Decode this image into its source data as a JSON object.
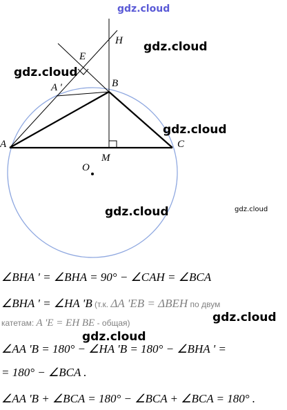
{
  "watermarks": {
    "top": "gdz.cloud",
    "w1": "gdz.cloud",
    "w2": "gdz.cloud",
    "w3": "gdz.cloud",
    "w4": "gdz.cloud",
    "w5": "gdz.cloud",
    "w6": "gdz.cloud",
    "small": "gdz.cloud"
  },
  "figure": {
    "labels": {
      "H": "H",
      "E": "E",
      "A_prime": "A '",
      "B": "B",
      "A": "A",
      "C": "C",
      "M": "M",
      "O": "O"
    },
    "colors": {
      "circle": "#8fa8e0",
      "lines": "#000000"
    }
  },
  "solution": {
    "line1": "∠BHA ' = ∠BHA = 90° − ∠CAH = ∠BCA",
    "line2_main": "∠BHA ' = ∠HA 'B",
    "line2_note_a": " (т.к. ",
    "line2_math": "ΔA 'EB = ΔBEH",
    "line2_note_b": " по двум",
    "line3_note_a": "катетам: ",
    "line3_math": "A 'E = EH  BE",
    "line3_note_b": " - общая)",
    "line4": "∠AA 'B = 180° − ∠HA 'B = 180° − ∠BHA ' =",
    "line5": "= 180° − ∠BCA .",
    "line6": "∠AA 'B + ∠BCA = 180° − ∠BCA + ∠BCA = 180° ."
  }
}
